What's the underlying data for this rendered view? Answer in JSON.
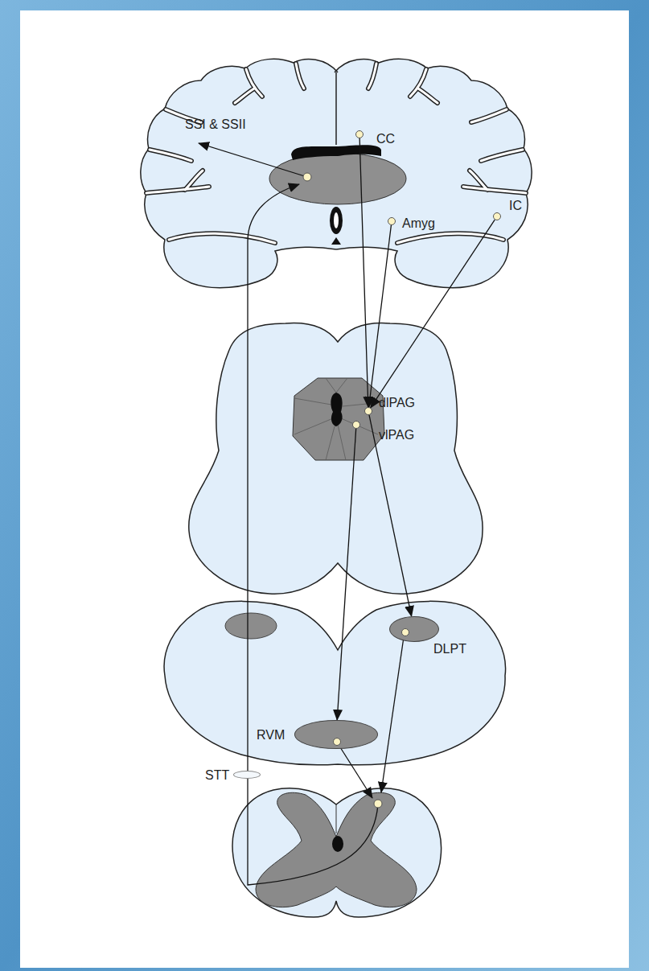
{
  "diagram": {
    "nodes": [
      {
        "text": [
          "SSI & SSII"
        ]
      },
      {
        "text": [
          "CC"
        ]
      },
      {
        "text": [
          "Amyg"
        ]
      },
      {
        "text": [
          "IC"
        ]
      },
      {
        "text": [
          "dlPAG"
        ]
      },
      {
        "text": [
          "vlPAG"
        ]
      },
      {
        "text": [
          "DLPT"
        ]
      },
      {
        "text": [
          "RVM"
        ]
      },
      {
        "text": [
          "STT"
        ]
      }
    ],
    "edges": [
      {
        "from": 1,
        "to": 4,
        "arrow": "to"
      },
      {
        "from": 2,
        "to": 4,
        "arrow": "to"
      },
      {
        "from": 3,
        "to": 4,
        "arrow": "to"
      },
      {
        "from": 4,
        "to": 6,
        "arrow": "to"
      },
      {
        "from": 5,
        "to": 7,
        "arrow": "to"
      }
    ]
  }
}
